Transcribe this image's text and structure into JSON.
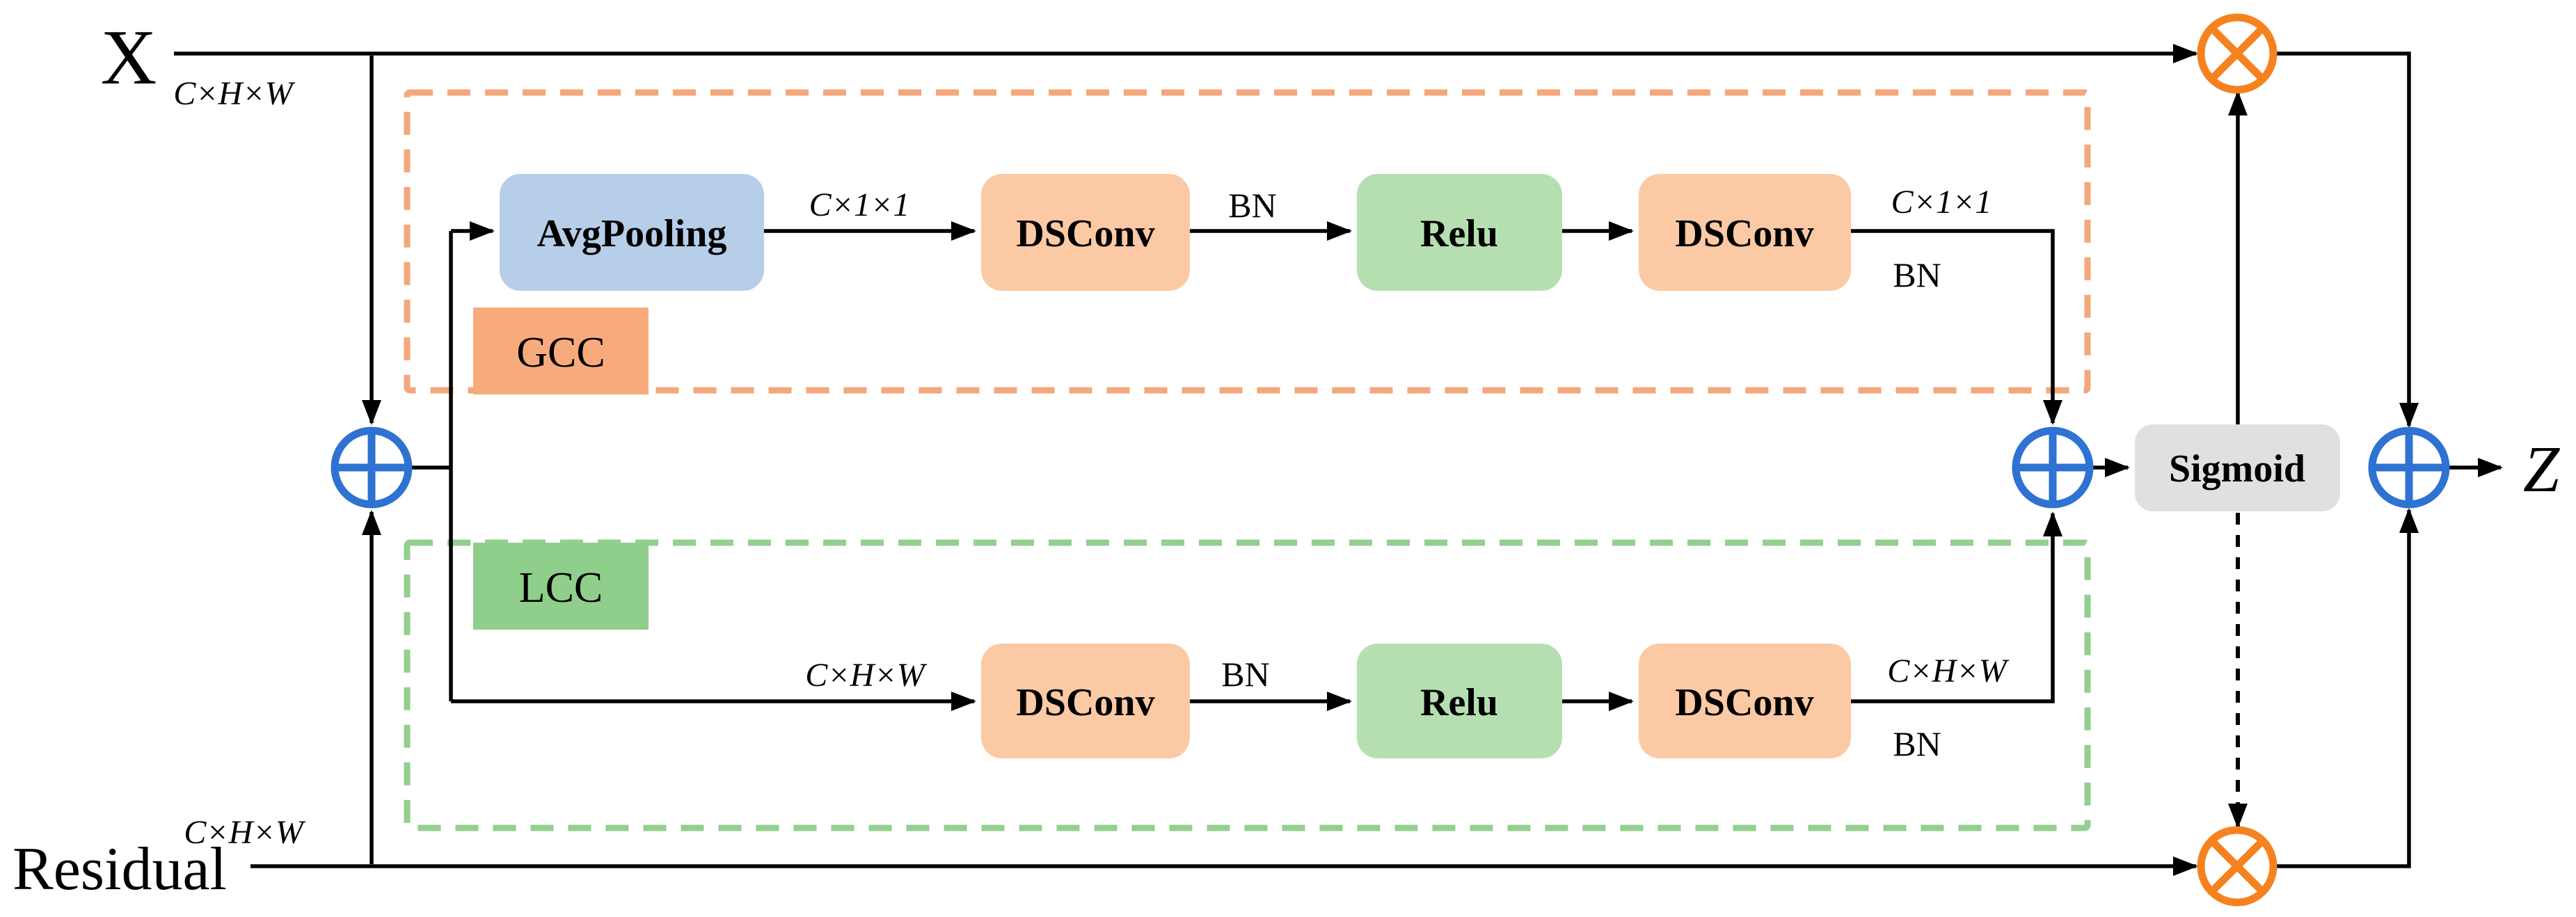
{
  "io": {
    "input_label": "X",
    "input_dims": "C×H×W",
    "residual_label": "Residual",
    "residual_dims": "C×H×W",
    "output_label": "Z"
  },
  "gcc": {
    "tag": "GCC",
    "pool_label": "AvgPooling",
    "pool_out_dims": "C×1×1",
    "conv1_label": "DSConv",
    "conv1_out_label": "BN",
    "relu_label": "Relu",
    "conv2_label": "DSConv",
    "out_dims": "C×1×1",
    "out_norm": "BN"
  },
  "lcc": {
    "tag": "LCC",
    "in_dims": "C×H×W",
    "conv1_label": "DSConv",
    "conv1_out_label": "BN",
    "relu_label": "Relu",
    "conv2_label": "DSConv",
    "out_dims": "C×H×W",
    "out_norm": "BN"
  },
  "activation_label": "Sigmoid",
  "operators": {
    "add": "circled-plus",
    "multiply": "circled-times"
  },
  "colors": {
    "pool_fill": "#b7cee9",
    "conv_fill": "#fbcaa5",
    "relu_fill": "#b6dfb1",
    "sigmoid_fill": "#e0e0e0",
    "gcc_border": "#f4a77b",
    "gcc_tag_fill": "#f7ab7d",
    "lcc_border": "#93cf8e",
    "lcc_tag_fill": "#90ce8b",
    "add_op": "#2e72d2",
    "mul_op": "#f5821f",
    "line": "#000000"
  }
}
